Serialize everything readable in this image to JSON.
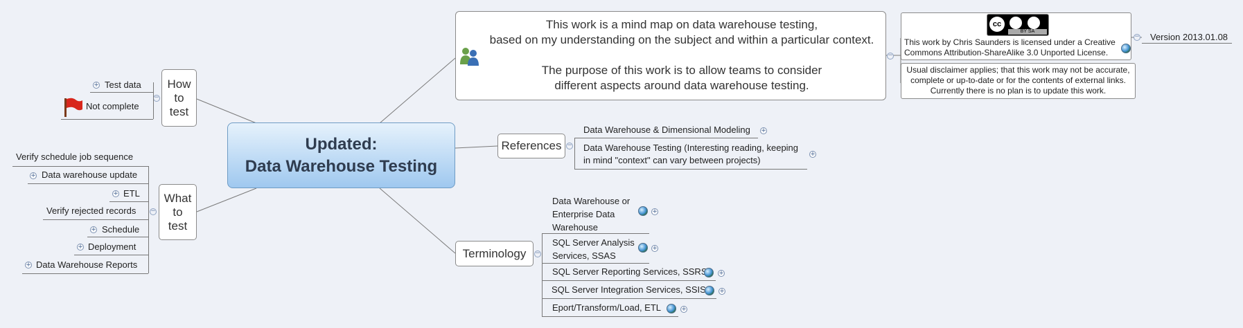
{
  "central": {
    "line1": "Updated:",
    "line2": "Data Warehouse Testing"
  },
  "intro": {
    "line1": "This work is a mind map on data warehouse testing,",
    "line2": "based on my understanding on the subject and within a particular context.",
    "line3": "The purpose of this work is to allow teams to consider",
    "line4": "different aspects around data warehouse testing."
  },
  "license": {
    "badge_top": "cc",
    "badge_bottom": "BY    SA",
    "text1": "This work by Chris Saunders is licensed under a Creative",
    "text2": "Commons Attribution-ShareAlike 3.0 Unported License."
  },
  "version": "Version 2013.01.08",
  "disclaimer": {
    "line1": "Usual disclaimer applies; that this work may not be accurate,",
    "line2": "complete or up-to-date or for the contents of external links.",
    "line3": "Currently there is no plan is to update this work."
  },
  "how_to_test": {
    "line1": "How",
    "line2": "to",
    "line3": "test",
    "items": [
      "Test data",
      "Not complete"
    ]
  },
  "what_to_test": {
    "line1": "What",
    "line2": "to",
    "line3": "test",
    "items": [
      "Verify schedule  job sequence",
      "Data warehouse update",
      "ETL",
      "Verify rejected records",
      "Schedule",
      "Deployment",
      "Data Warehouse Reports"
    ]
  },
  "references": {
    "label": "References",
    "items": [
      "Data Warehouse & Dimensional Modeling",
      "Data Warehouse Testing (Interesting reading, keeping",
      "in mind \"context\" can vary between projects)"
    ]
  },
  "terminology": {
    "label": "Terminology",
    "items": [
      "Data Warehouse or",
      "Enterprise Data",
      "Warehouse",
      "SQL Server Analysis",
      "Services, SSAS",
      "SQL Server Reporting Services, SSRS",
      "SQL Server Integration Services, SSIS",
      "Eport/Transform/Load, ETL"
    ]
  }
}
